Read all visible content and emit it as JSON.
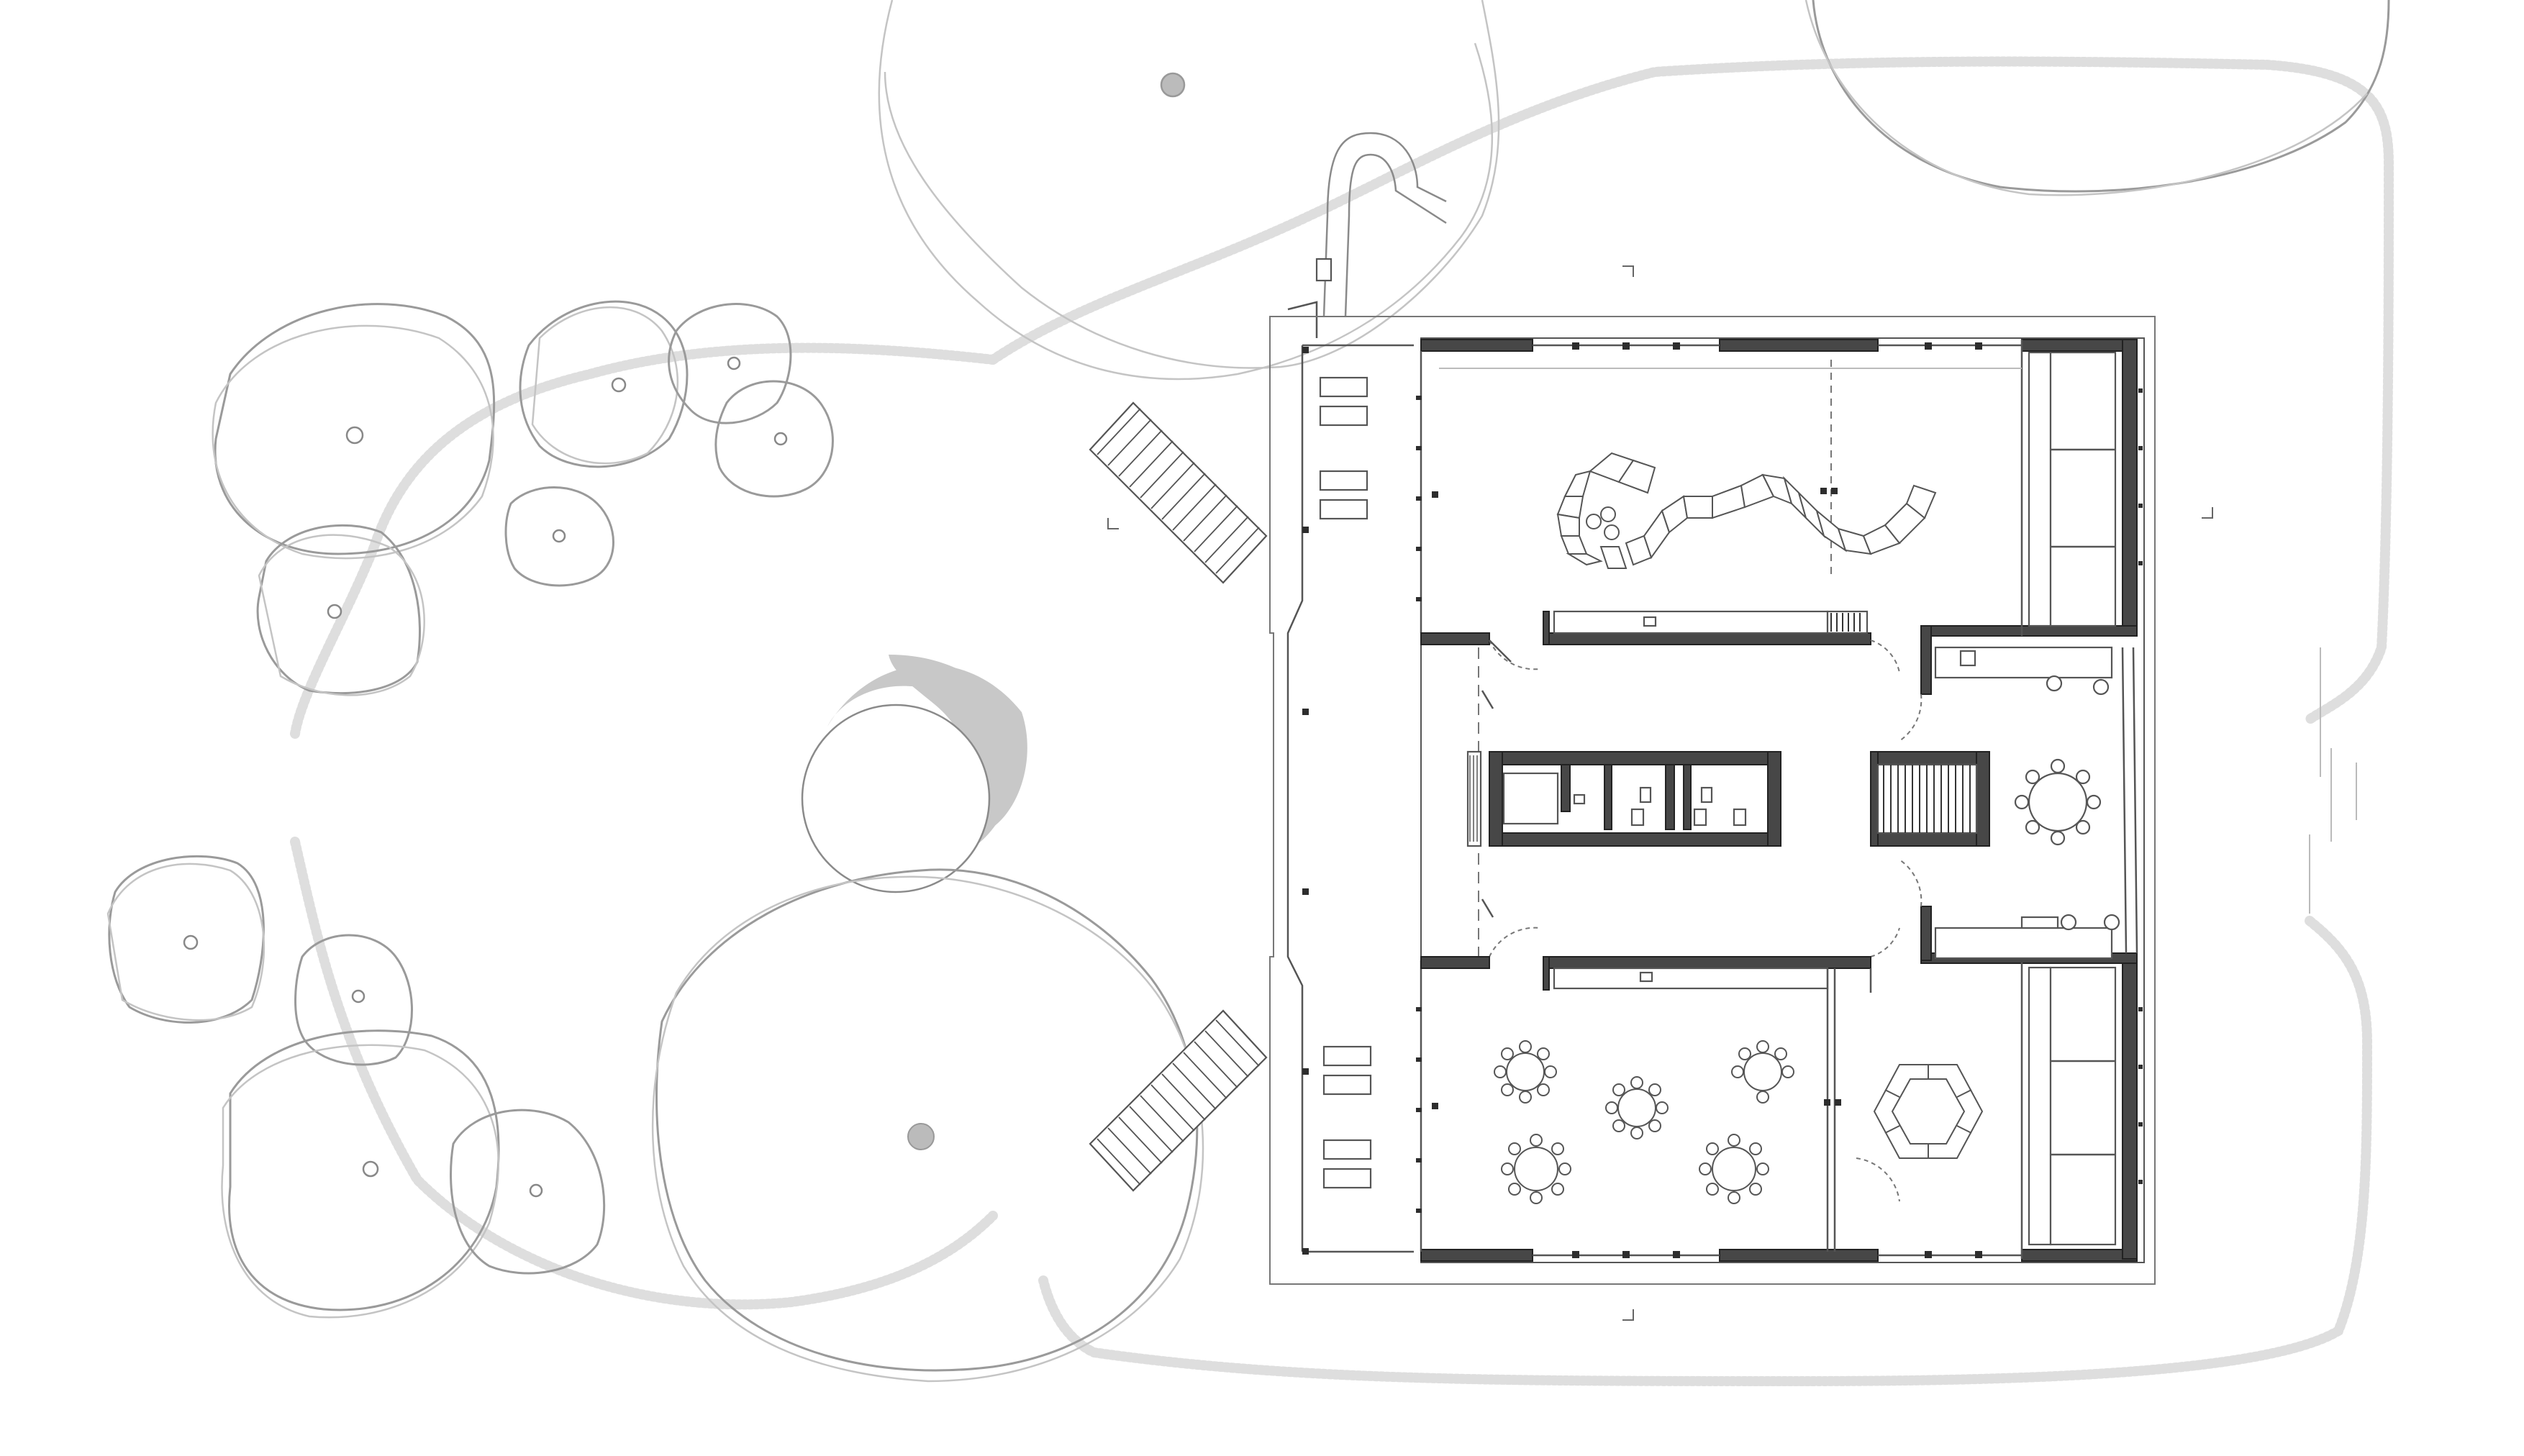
{
  "drawing": {
    "type": "architectural floor plan",
    "text_labels": [],
    "colors": {
      "background": "#ffffff",
      "walls": "#474747",
      "lines": "#555555",
      "vegetation": "#9a9a9a",
      "hedge": "#dedede",
      "shadow": "#c8c8c8"
    },
    "elements": [
      "trees-with-canopies",
      "hedge-outline",
      "entrance-ramp",
      "stairs",
      "exhibition-room",
      "dining-room",
      "toilet-core",
      "stair-core",
      "storage-rooms",
      "tables-and-chairs"
    ]
  }
}
